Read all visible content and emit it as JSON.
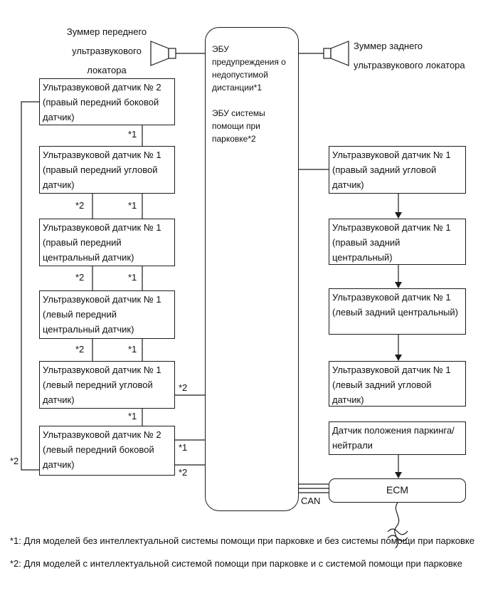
{
  "diagram": {
    "front_buzzer": "Зуммер переднего ультразвукового локатора",
    "rear_buzzer": "Зуммер заднего ультразвукового локатора",
    "main_ecu": {
      "clearance_warning": "ЭБУ предупреждения о недопустимой дистанции*1",
      "parking_assist": "ЭБУ системы помощи при парковке*2"
    },
    "front_sensors": [
      "Ультразвуковой датчик № 2 (правый передний боковой датчик)",
      "Ультразвуковой датчик № 1 (правый передний угловой датчик)",
      "Ультразвуковой датчик № 1 (правый передний центральный датчик)",
      "Ультразвуковой датчик № 1 (левый передний центральный датчик)",
      "Ультразвуковой датчик № 1 (левый передний угловой датчик)",
      "Ультразвуковой датчик № 2 (левый передний боковой датчик)"
    ],
    "rear_sensors": [
      "Ультразвуковой датчик № 1 (правый задний угловой датчик)",
      "Ультразвуковой датчик № 1 (правый задний центральный)",
      "Ультразвуковой датчик № 1 (левый задний центральный)",
      "Ультразвуковой датчик № 1 (левый задний угловой датчик)"
    ],
    "park_neutral_sensor": "Датчик положения паркинга/нейтрали",
    "ecm": "ECM",
    "can": "CAN",
    "line_labels": {
      "l1_l2": "*1",
      "l2_l3_left": "*2",
      "l2_l3_right": "*1",
      "l3_l4_left": "*2",
      "l3_l4_right": "*1",
      "l4_l5_left": "*2",
      "l4_l5_right": "*1",
      "l5_l6": "*1",
      "l5_to_ecu": "*2",
      "l6_to_ecu_top": "*1",
      "l6_to_ecu_bottom": "*2",
      "left_rail": "*2"
    },
    "footnotes": [
      "*1: Для моделей без интеллектуальной системы помощи при парковке и без системы помощи при парковке",
      "*2: Для моделей с интеллектуальной системой помощи при парковке и с системой помощи при парковке"
    ]
  }
}
